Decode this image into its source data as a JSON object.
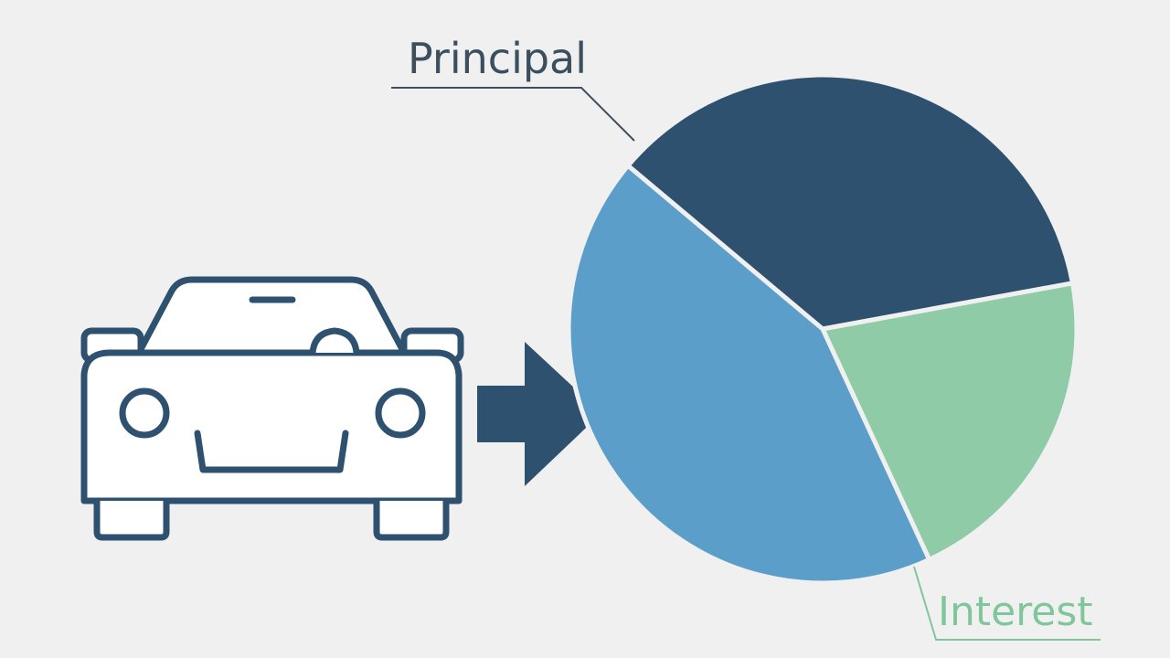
{
  "chart_data": {
    "type": "pie",
    "title": "",
    "slices": [
      {
        "label": "Principal",
        "value": 36,
        "color": "#2f5170",
        "labeled": true
      },
      {
        "label": "Interest",
        "value": 21,
        "color": "#8ecba6",
        "labeled": true
      },
      {
        "label": "",
        "value": 43,
        "color": "#5b9ec9",
        "labeled": false
      }
    ],
    "legend": "none"
  },
  "labels": {
    "principal": "Principal",
    "interest": "Interest"
  },
  "colors": {
    "background": "#f0f0f0",
    "icon_stroke": "#2f5170",
    "icon_fill": "#ffffff",
    "arrow": "#2f5170",
    "principal_label": "#3c4f5e",
    "interest_label": "#7fc79b"
  },
  "icons": {
    "car": "car-icon",
    "arrow": "arrow-right-icon"
  }
}
